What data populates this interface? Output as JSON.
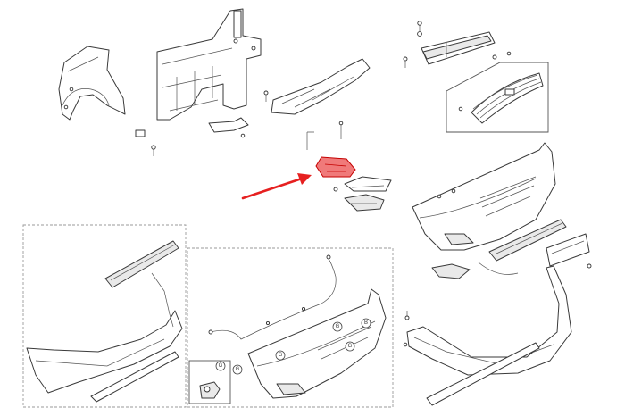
{
  "diagram": {
    "highlight_color": "#e62020",
    "line_color": "#3a3a3a",
    "callouts": [
      {
        "label": "G"
      },
      {
        "label": "G"
      },
      {
        "label": "G"
      },
      {
        "label": "B"
      },
      {
        "label": "G"
      },
      {
        "label": "G"
      }
    ]
  }
}
